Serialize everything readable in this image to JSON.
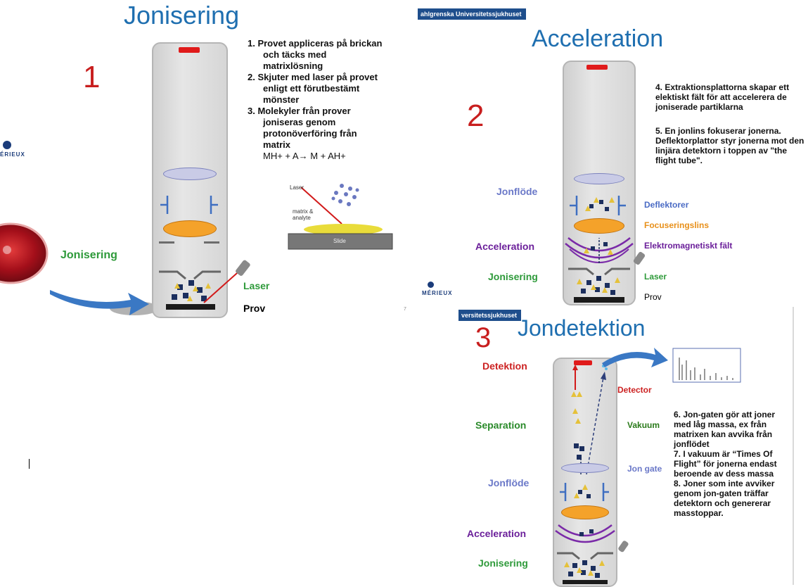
{
  "slide1": {
    "title": "Jonisering",
    "number": "1",
    "logo_text": "ÉRIEUX",
    "steps": [
      "1.  Provet appliceras på brickan och täcks med matrixlösning",
      "2.  Skjuter med laser på provet enligt ett förutbestämt mönster",
      "3.  Molekyler från prover joniseras genom protonöverföring från matrix"
    ],
    "equation": "MH+ + A→ M + AH+",
    "inset_laser": "Laser",
    "inset_matrix": "matrix &",
    "inset_analyte": "analyte",
    "inset_slide": "Slide",
    "label_jonisering": "Jonisering",
    "label_laser": "Laser",
    "label_prov": "Prov",
    "page_num": "7"
  },
  "slide2": {
    "header": "ahlgrenska Universitetssjukhuset",
    "title": "Acceleration",
    "number": "2",
    "logo_text": "MÉRIEUX",
    "note4": "4. Extraktionsplattorna skapar ett elektiskt fält för att accelerera de joniserade partiklarna",
    "note5": "5. En jonlins fokuserar jonerna. Deflektorplattor styr jonerna mot den linjära detektorn i toppen av \"the flight tube\".",
    "left_jonflode": "Jonflöde",
    "left_acceleration": "Acceleration",
    "left_jonisering": "Jonisering",
    "right_deflektorer": "Deflektorer",
    "right_focus": "Focuseringslins",
    "right_elektro": "Elektromagnetiskt fält",
    "right_laser": "Laser",
    "right_prov": "Prov"
  },
  "slide3": {
    "header": "versitetssjukhuset",
    "title": "Jondetektion",
    "number": "3",
    "left_detektion": "Detektion",
    "left_separation": "Separation",
    "left_jonflode": "Jonflöde",
    "left_acceleration": "Acceleration",
    "left_jonisering": "Jonisering",
    "right_detector": "Detector",
    "right_vakuum": "Vakuum",
    "right_jongate": "Jon gate",
    "notes": [
      "6.  Jon-gaten gör att joner med låg massa, ex från matrixen kan avvika från jonflödet",
      "7.  I vakuum är “Times Of Flight” för jonerna endast beroende av dess massa",
      "8.  Joner som inte avviker genom jon-gaten träffar detektorn och genererar masstoppar."
    ]
  },
  "colors": {
    "title_blue": "#1f6fb0",
    "red": "#c81e1e",
    "green": "#2e9a3a",
    "purple": "#6b1f9a",
    "periwinkle": "#6a78c8",
    "orange": "#e8901a",
    "detektion_red": "#cc2222",
    "vakuum_green": "#2a7a1a"
  }
}
